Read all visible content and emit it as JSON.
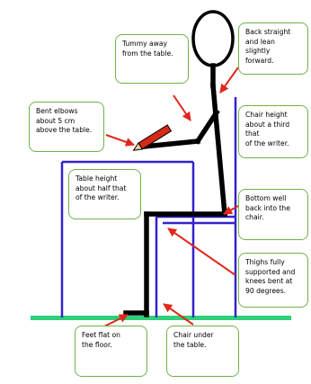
{
  "colors": {
    "figure": "#000000",
    "furniture": "#3322cc",
    "floor": "#2fd07a",
    "arrow": "#e0281c",
    "callout_border": "#6fb24a",
    "pencil_body": "#d42a18"
  },
  "icons": {
    "figure": "stick-figure-icon",
    "pencil": "pencil-icon"
  },
  "callouts": {
    "tummy": "Tummy away\nfrom the table.",
    "back": "Back straight\nand lean slightly\nforward.",
    "elbows": "Bent elbows\nabout 5 cm\nabove the table.",
    "chair_height": "Chair height\nabout a third that\nof the writer.",
    "table_height": "Table height\nabout half that\nof the writer.",
    "bottom": "Bottom well\nback into the\nchair.",
    "thighs": "Thighs fully\nsupported and\nknees bent at\n90 degrees.",
    "feet": "Feet flat on\nthe floor.",
    "chair_under": "Chair under\nthe table."
  }
}
